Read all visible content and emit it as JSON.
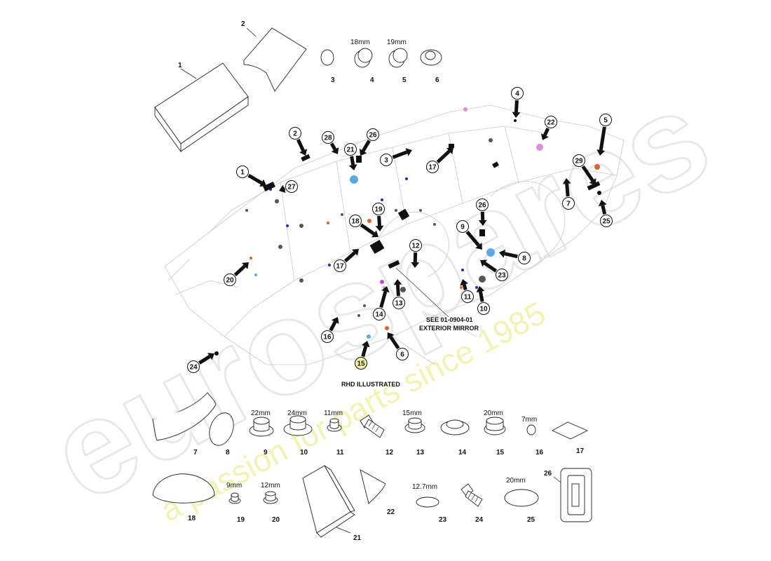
{
  "watermark": {
    "brand": "eurospares",
    "tagline": "a passion for parts since 1985",
    "brand_color": "#e6e6e6",
    "tagline_color": "#f2f2a8"
  },
  "notes": {
    "see_ref": "SEE 01-0904-01",
    "exterior_mirror": "EXTERIOR MIRROR",
    "rhd": "RHD ILLUSTRATED"
  },
  "top_parts": [
    {
      "num": "1",
      "size": ""
    },
    {
      "num": "2",
      "size": ""
    },
    {
      "num": "3",
      "size": ""
    },
    {
      "num": "4",
      "size": "18mm"
    },
    {
      "num": "5",
      "size": "19mm"
    },
    {
      "num": "6",
      "size": ""
    }
  ],
  "row1_parts": [
    {
      "num": "7",
      "size": ""
    },
    {
      "num": "8",
      "size": ""
    },
    {
      "num": "9",
      "size": "22mm"
    },
    {
      "num": "10",
      "size": "24mm"
    },
    {
      "num": "11",
      "size": "11mm"
    },
    {
      "num": "12",
      "size": ""
    },
    {
      "num": "13",
      "size": "15mm"
    },
    {
      "num": "14",
      "size": ""
    },
    {
      "num": "15",
      "size": "20mm"
    },
    {
      "num": "16",
      "size": "7mm"
    },
    {
      "num": "17",
      "size": ""
    }
  ],
  "row2_parts": [
    {
      "num": "18",
      "size": ""
    },
    {
      "num": "19",
      "size": "9mm"
    },
    {
      "num": "20",
      "size": "12mm"
    },
    {
      "num": "21",
      "size": ""
    },
    {
      "num": "22",
      "size": ""
    },
    {
      "num": "23",
      "size": "12.7mm"
    },
    {
      "num": "24",
      "size": ""
    },
    {
      "num": "25",
      "size": "20mm"
    },
    {
      "num": "26",
      "size": ""
    }
  ],
  "callouts": [
    "1",
    "27",
    "2",
    "28",
    "21",
    "26",
    "3",
    "17",
    "4",
    "22",
    "5",
    "29",
    "7",
    "25",
    "19",
    "18",
    "12",
    "26",
    "9",
    "8",
    "23",
    "17",
    "20",
    "14",
    "13",
    "11",
    "10",
    "16",
    "6",
    "15",
    "24"
  ],
  "colors": {
    "blue_marker": "#5aa9e6",
    "orange_marker": "#e0622a",
    "pink_marker": "#e08adf",
    "navy_marker": "#2b2bb5"
  }
}
